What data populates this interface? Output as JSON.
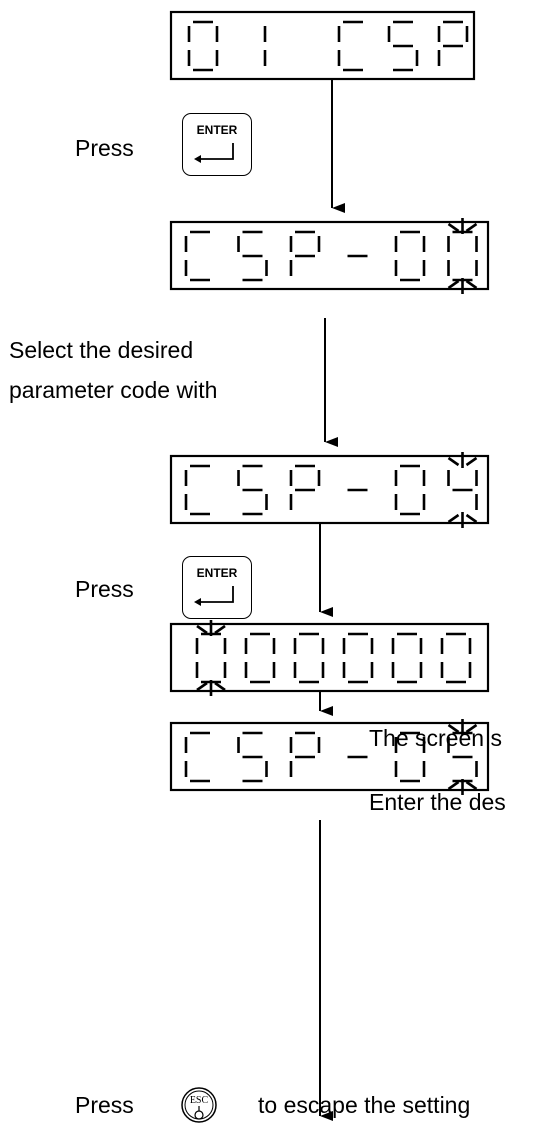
{
  "displays": [
    {
      "id": "menu",
      "text": "01 CSP"
    },
    {
      "id": "csp-00",
      "text": "CSP-00",
      "blink_index": 5
    },
    {
      "id": "csp-04",
      "text": "CSP-04",
      "blink_index": 5
    },
    {
      "id": "value",
      "text": "000000",
      "blink_index": 0
    },
    {
      "id": "csp-05",
      "text": "CSP-05",
      "blink_index": 5
    }
  ],
  "keys": {
    "enter": "ENTER",
    "esc": "ESC"
  },
  "labels": {
    "press_1": "Press",
    "select_line1": "Select the desired",
    "select_line2": "parameter code with",
    "press_2": "Press",
    "screen_shows": "The screen s",
    "enter_desired": "Enter the des",
    "press_3": "Press",
    "escape": "to escape the setting"
  }
}
